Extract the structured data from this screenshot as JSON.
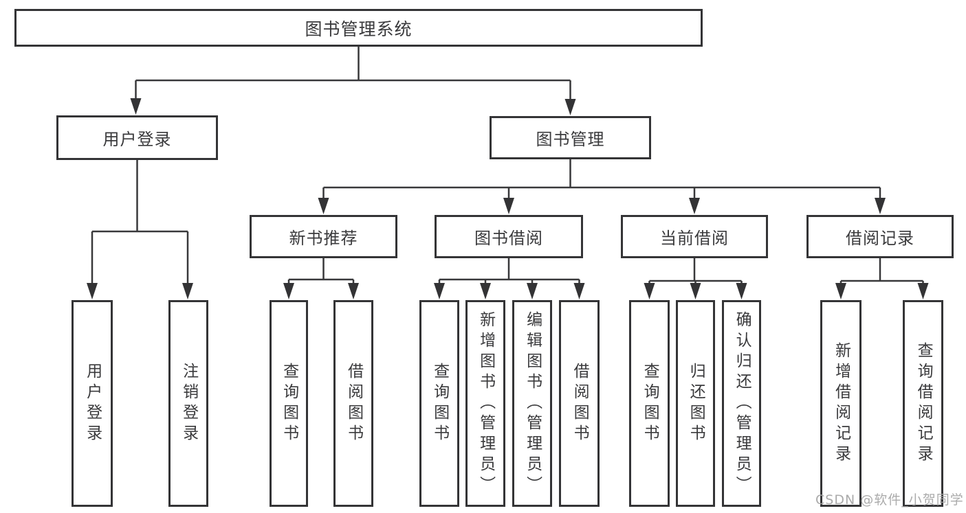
{
  "tree": {
    "root": "图书管理系统",
    "level2": [
      {
        "label": "用户登录",
        "children": [
          "用户登录",
          "注销登录"
        ]
      },
      {
        "label": "图书管理"
      }
    ],
    "level3": [
      {
        "label": "新书推荐",
        "children": [
          "查询图书",
          "借阅图书"
        ]
      },
      {
        "label": "图书借阅",
        "children": [
          "查询图书",
          "新增图书（管理员）",
          "编辑图书（管理员）",
          "借阅图书"
        ]
      },
      {
        "label": "当前借阅",
        "children": [
          "查询图书",
          "归还图书",
          "确认归还（管理员）"
        ]
      },
      {
        "label": "借阅记录",
        "children": [
          "新增借阅记录",
          "查询借阅记录"
        ]
      }
    ]
  },
  "watermark": "CSDN @软件_小贺同学",
  "colors": {
    "line": "#38383a",
    "box_border": "#343436",
    "text": "#3a3a3c",
    "watermark": "#a6a6a6",
    "background": "#ffffff"
  }
}
